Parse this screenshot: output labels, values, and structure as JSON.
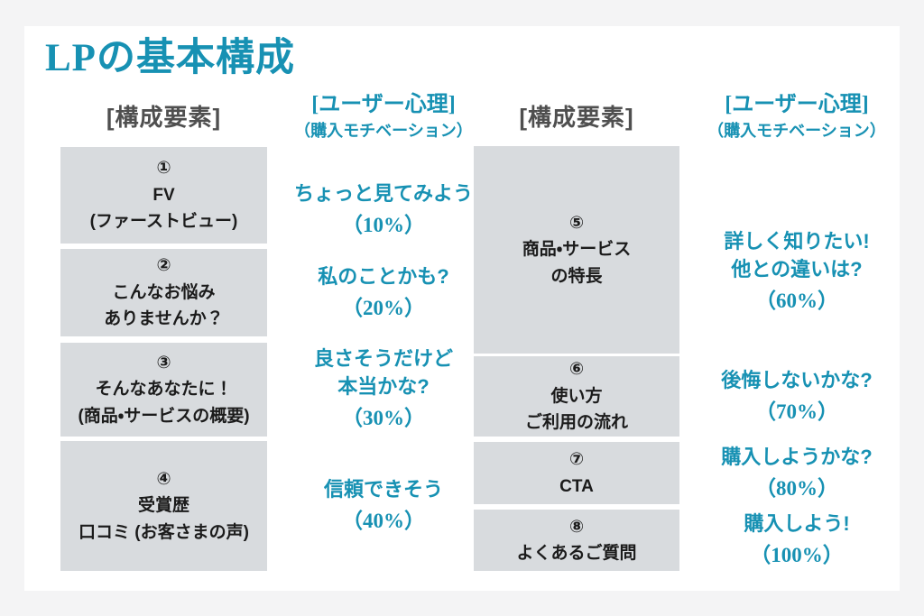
{
  "page": {
    "title": "LPの基本構成"
  },
  "colors": {
    "accent": "#1791b3",
    "box_bg": "#d8dbde",
    "heading_gray": "#4f4f4f",
    "box_text": "#1b1b1b",
    "page_bg": "#f4f4f5",
    "card_bg": "#ffffff"
  },
  "columns": [
    {
      "elements_header": "[構成要素]",
      "psych_header_line1": "[ユーザー心理]",
      "psych_header_line2": "（購入モチベーション）",
      "boxes": [
        {
          "text": "①\nFV\n(ファーストビュー)"
        },
        {
          "text": "②\nこんなお悩み\nありませんか？"
        },
        {
          "text": "③\nそんなあなたに！\n(商品・サービスの概要)"
        },
        {
          "text": "④\n受賞歴\n口コミ (お客さまの声)"
        }
      ],
      "psych": [
        {
          "text": "ちょっと見てみよう",
          "pct": "（10%）"
        },
        {
          "text": "私のことかも?",
          "pct": "（20%）"
        },
        {
          "text": "良さそうだけど\n本当かな?",
          "pct": "（30%）"
        },
        {
          "text": "信頼できそう",
          "pct": "（40%）"
        }
      ]
    },
    {
      "elements_header": "[構成要素]",
      "psych_header_line1": "[ユーザー心理]",
      "psych_header_line2": "（購入モチベーション）",
      "boxes": [
        {
          "text": "⑤\n商品・サービス\nの特長"
        },
        {
          "text": "⑥\n使い方\nご利用の流れ"
        },
        {
          "text": "⑦\nCTA"
        },
        {
          "text": "⑧\nよくあるご質問"
        }
      ],
      "psych": [
        {
          "text": "詳しく知りたい!\n他との違いは?",
          "pct": "（60%）"
        },
        {
          "text": "後悔しないかな?",
          "pct": "（70%）"
        },
        {
          "text": "購入しようかな?",
          "pct": "（80%）"
        },
        {
          "text": "購入しよう!",
          "pct": "（100%）"
        }
      ]
    }
  ]
}
